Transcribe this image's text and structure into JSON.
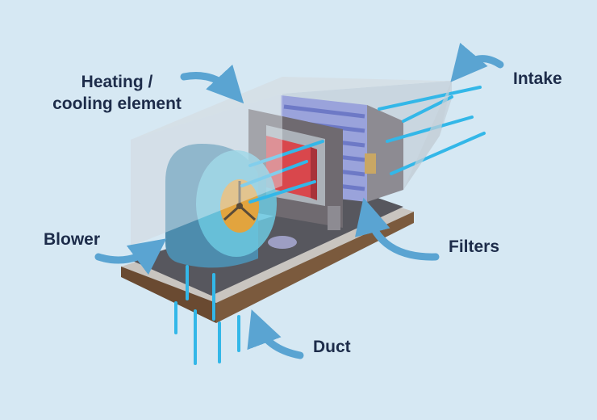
{
  "colors": {
    "background": "#d6e8f3",
    "label_text": "#1d2c4a",
    "callout_arrow": "#5aa4d2",
    "airflow": "#33b7e8",
    "blower": "#4d8cad",
    "heating_element": "#d9474c",
    "filter": "#6d79c6",
    "frame": "#6f6a70",
    "base_wood": "#7b5a3d",
    "fan_blade": "#e2a43e"
  },
  "labels": {
    "heating_line1": "Heating /",
    "heating_line2": "cooling element",
    "intake": "Intake",
    "blower": "Blower",
    "filters": "Filters",
    "duct": "Duct"
  }
}
